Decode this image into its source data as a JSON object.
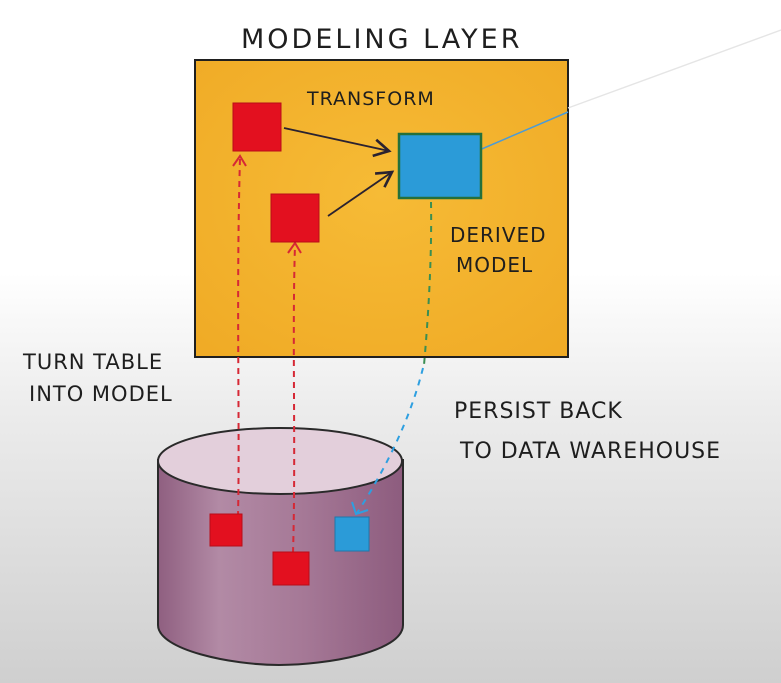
{
  "title": "MODELING LAYER",
  "transform_label": "TRANSFORM",
  "derived_label": [
    "DERIVED",
    "MODEL"
  ],
  "turn_label": [
    "TURN TABLE",
    "INTO MODEL"
  ],
  "persist_label": [
    "PERSIST BACK",
    "TO DATA WAREHOUSE"
  ],
  "colors": {
    "modeling_layer": "#f5b731",
    "source_model": "#e3101f",
    "derived_model": "#2b9bd8",
    "warehouse": "#a57896",
    "warehouse_top": "#e7d3df",
    "red_dashes": "#d62835",
    "green_dashes": "#3a8e52",
    "blue_dashes": "#2e9fe0",
    "arrow": "#2a2230"
  }
}
